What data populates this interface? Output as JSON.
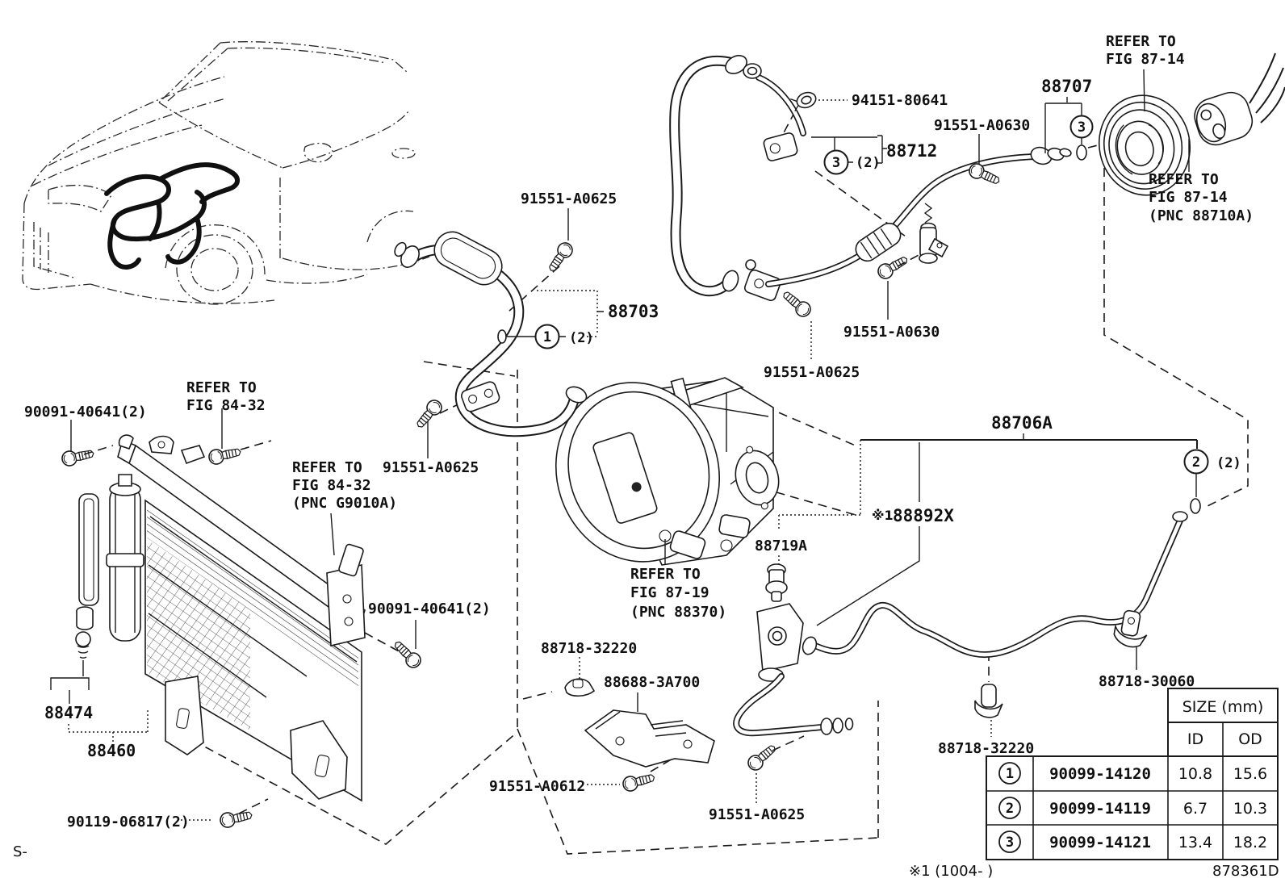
{
  "doc": {
    "sheet_code": "S-",
    "footnote": "※1 (1004-   )",
    "drawing_id": "878361D"
  },
  "parts": {
    "p88707": "88707",
    "p88712": "88712",
    "p88703": "88703",
    "p88706a": "88706A",
    "p94151_80641": "94151-80641",
    "p91551_a0630_a": "91551-A0630",
    "p91551_a0630_b": "91551-A0630",
    "p91551_a0625_a": "91551-A0625",
    "p91551_a0625_b": "91551-A0625",
    "p91551_a0625_c": "91551-A0625",
    "p91551_a0625_d": "91551-A0625",
    "p90091_40641_a": "90091-40641(2)",
    "p90091_40641_b": "90091-40641(2)",
    "p88892x_note": "※1",
    "p88892x": "88892X",
    "p88719a": "88719A",
    "p88718_32220_a": "88718-32220",
    "p88718_32220_b": "88718-32220",
    "p88718_30060": "88718-30060",
    "p88688_3a700": "88688-3A700",
    "p88474": "88474",
    "p88460": "88460",
    "p90119_06817": "90119-06817(2)",
    "p91551_a0612": "91551-A0612"
  },
  "refs": {
    "fig8714_top": [
      "REFER TO",
      "FIG 87-14"
    ],
    "fig8714_pnc": [
      "REFER TO",
      "FIG 87-14",
      "(PNC 88710A)"
    ],
    "fig8432": [
      "REFER TO",
      "FIG 84-32"
    ],
    "fig8432_pnc": [
      "REFER TO",
      "FIG 84-32",
      "(PNC G9010A)"
    ],
    "fig8719_pnc": [
      "REFER TO",
      "FIG 87-19",
      "(PNC 88370)"
    ]
  },
  "callouts": {
    "c1": {
      "num": "1",
      "qty": "(2)"
    },
    "c2": {
      "num": "2",
      "qty": "(2)"
    },
    "c3a": {
      "num": "3",
      "qty": "(2)"
    },
    "c3b": {
      "num": "3"
    }
  },
  "table": {
    "size_header": "SIZE (mm)",
    "id_header": "ID",
    "od_header": "OD",
    "rows": [
      {
        "num": "1",
        "part": "90099-14120",
        "id": "10.8",
        "od": "15.6"
      },
      {
        "num": "2",
        "part": "90099-14119",
        "id": "6.7",
        "od": "10.3"
      },
      {
        "num": "3",
        "part": "90099-14121",
        "id": "13.4",
        "od": "18.2"
      }
    ]
  }
}
